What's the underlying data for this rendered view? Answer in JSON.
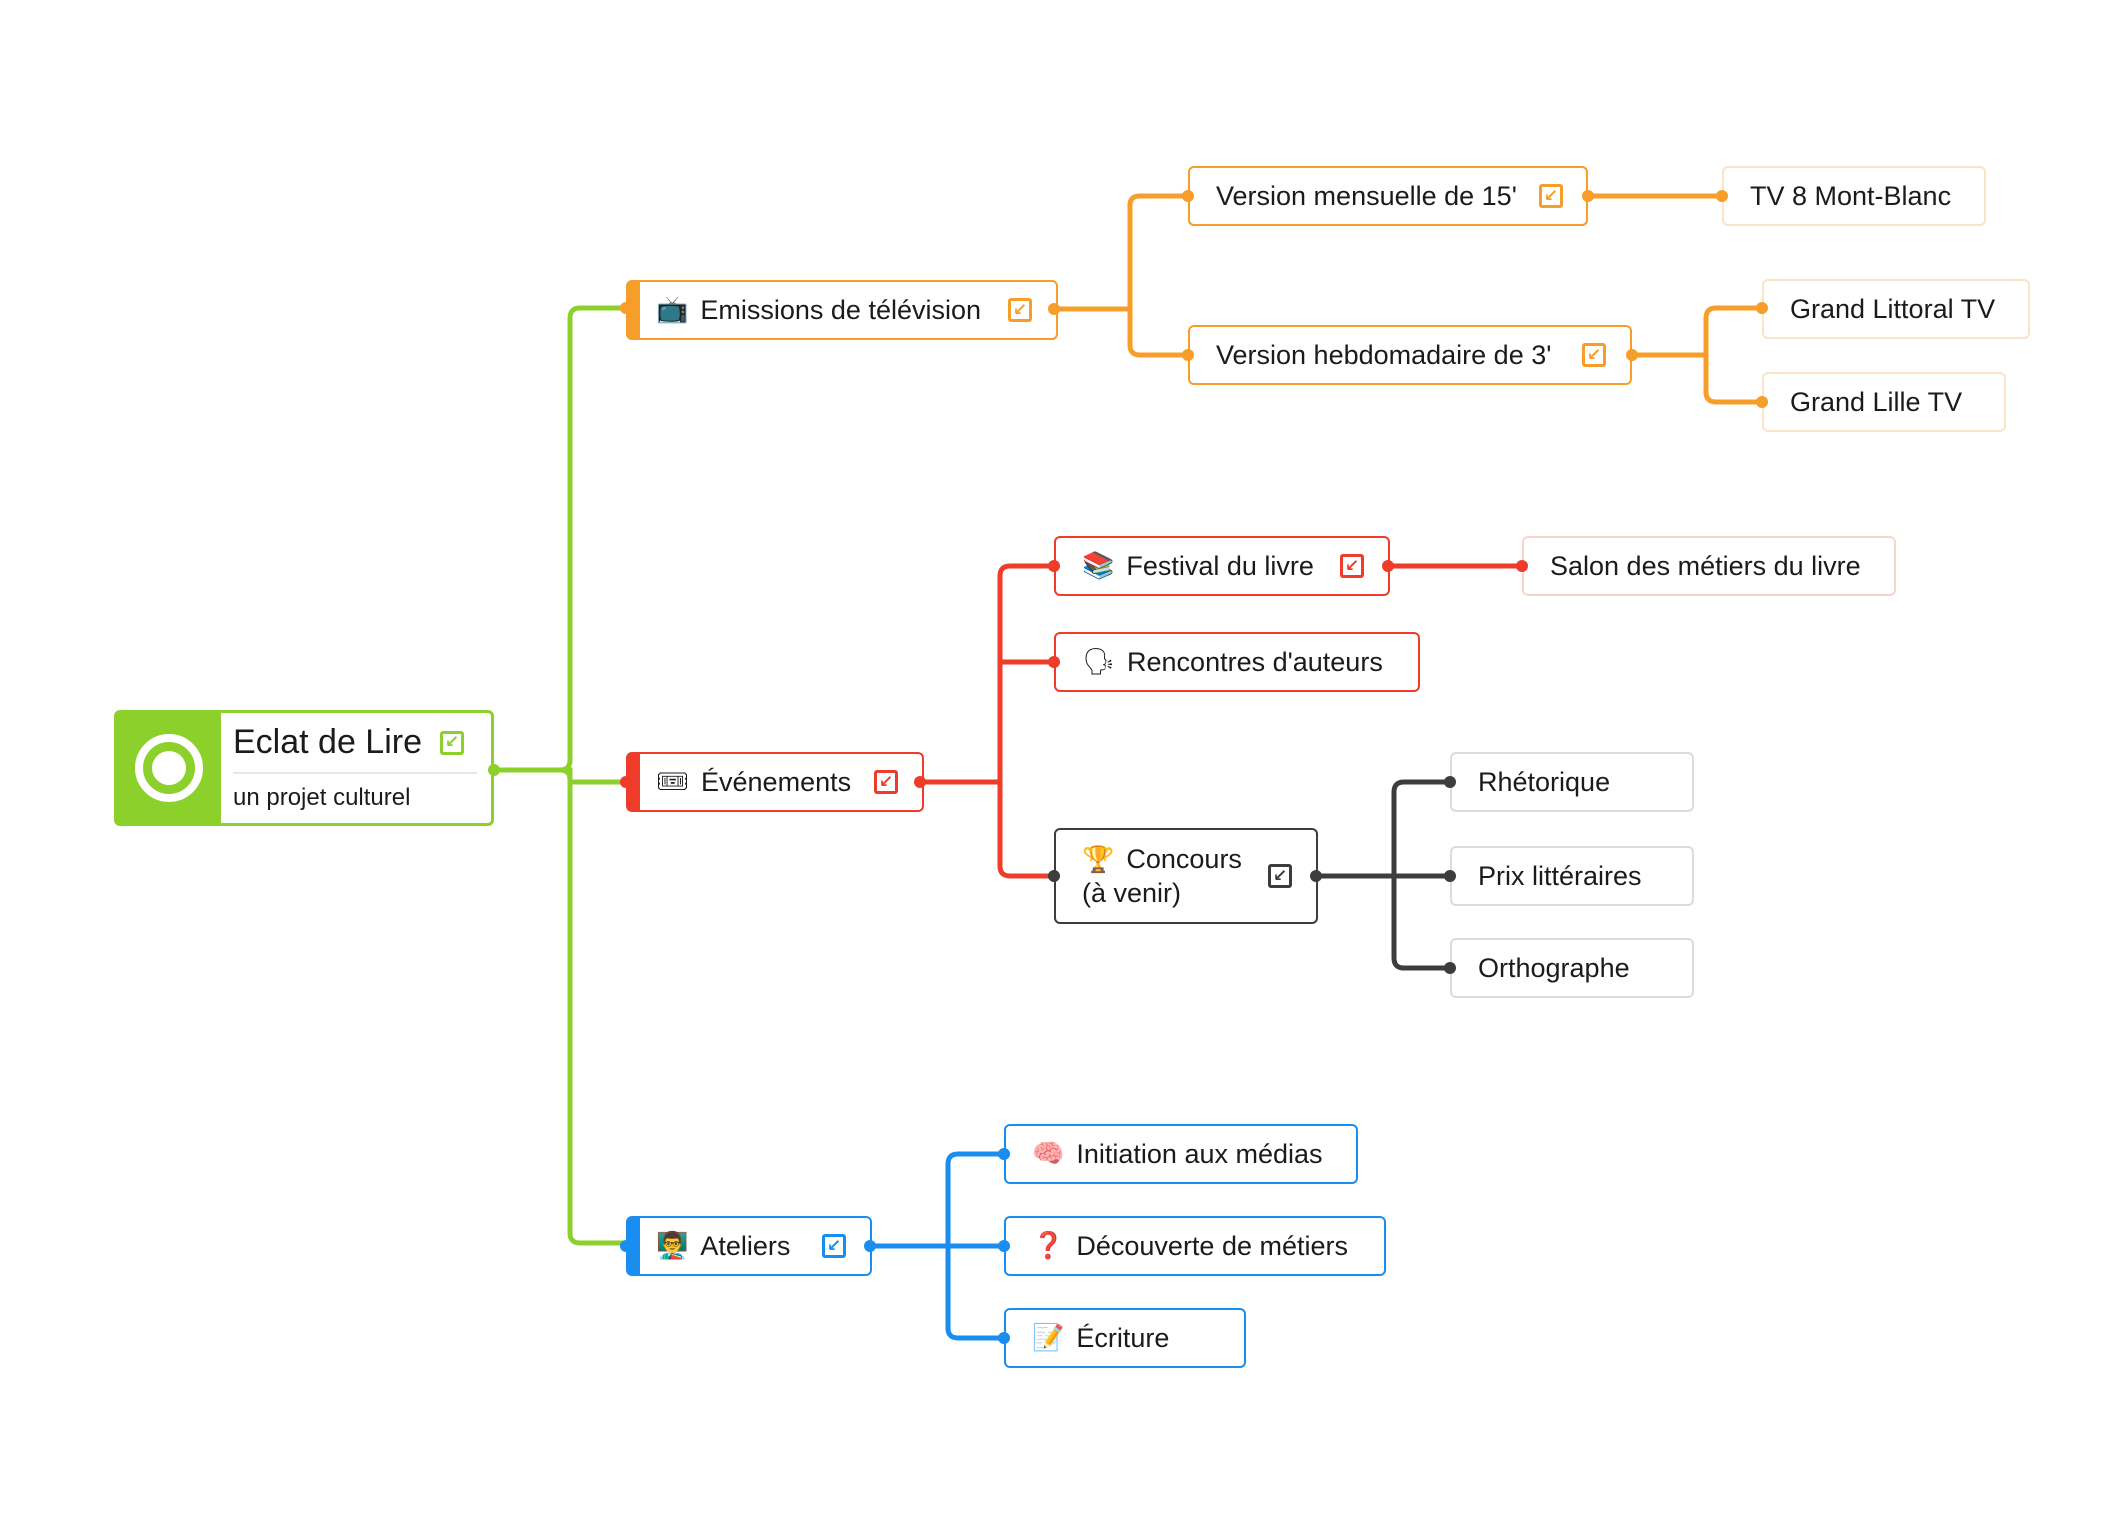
{
  "root": {
    "title": "Eclat de Lire",
    "subtitle": "un projet culturel",
    "color": "#8cd02c",
    "collapse_icon": "collapse-arrow-icon",
    "logo_icon": "target-ring-icon"
  },
  "branches": {
    "tv": {
      "label": "Emissions de télévision",
      "icon": "television-icon",
      "emoji": "📺",
      "color": "#f79d2a",
      "children": {
        "monthly": {
          "label": "Version mensuelle de 15'",
          "leaf": "TV 8 Mont-Blanc"
        },
        "weekly": {
          "label": "Version hebdomadaire de 3'",
          "leaves": [
            "Grand Littoral TV",
            "Grand Lille TV"
          ]
        }
      }
    },
    "events": {
      "label": "Événements",
      "icon": "ticket-icon",
      "emoji": "🎟",
      "color": "#ef3b2a",
      "children": {
        "festival": {
          "label": "Festival du livre",
          "icon": "books-icon",
          "emoji": "📚",
          "leaf": "Salon des métiers du livre"
        },
        "meetings": {
          "label": "Rencontres d'auteurs",
          "icon": "speaking-head-icon",
          "emoji": "🗣"
        },
        "contest": {
          "label_line1": "Concours",
          "label_line2": "(à venir)",
          "icon": "trophy-icon",
          "emoji": "🏆",
          "color": "#3d3d3d",
          "leaves": [
            "Rhétorique",
            "Prix littéraires",
            "Orthographe"
          ]
        }
      }
    },
    "workshops": {
      "label": "Ateliers",
      "icon": "teacher-icon",
      "emoji": "👨‍🏫",
      "color": "#1a8ef0",
      "children": {
        "media": {
          "label": "Initiation aux médias",
          "icon": "brain-icon",
          "emoji": "🧠"
        },
        "jobs": {
          "label": "Découverte de métiers",
          "icon": "question-mark-icon",
          "emoji": "❓"
        },
        "writing": {
          "label": "Écriture",
          "icon": "memo-icon",
          "emoji": "📝"
        }
      }
    }
  },
  "colors": {
    "root": "#8cd02c",
    "orange": "#f79d2a",
    "orange_light": "#fbe3c6",
    "red": "#ef3b2a",
    "red_light": "#f9d4cf",
    "blue": "#1a8ef0",
    "dark": "#3d3d3d",
    "gray_light": "#dcdcdc"
  }
}
